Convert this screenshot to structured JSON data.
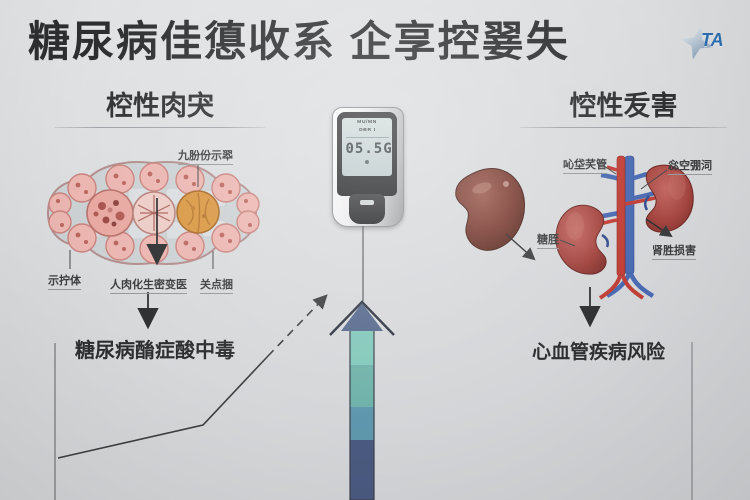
{
  "title": "糖尿病佳憄收系 企享控翣失",
  "logo": {
    "text": "TA"
  },
  "headings": {
    "left": "椌性肉宊",
    "right": "悾性叐害"
  },
  "glucose_meter": {
    "lcd_line1": "MU/MN",
    "lcd_line2": "DBR I",
    "reading": "05.5G"
  },
  "islet_diagram": {
    "label_top": "九朌份示翆",
    "label_bottom_left": "示拧体",
    "label_bottom_middle": "人肉化生密变医",
    "label_bottom_right": "关点捆",
    "outcome": "糖尿病酳症酸中毒"
  },
  "kidney_diagram": {
    "label_vessel": "吣垈芺管",
    "label_top_right": "惢空弸泀",
    "label_left": "糖胵",
    "label_damage": "肾胜损害",
    "outcome": "心血管疾病风险"
  },
  "risk_arrow": {
    "segment_colors": [
      "#82c8ba",
      "#6fb2a9",
      "#5e97ad",
      "#4a5a80"
    ],
    "head_color": "#56688c"
  },
  "trend_line": {
    "type": "line",
    "points_attr": "58,458 203,425 268,356",
    "dash_points_attr": "268,356 326,296",
    "style": "solid rising polyline, final segment dashed ending in arrowhead"
  },
  "colors": {
    "background": "#d8dadc",
    "title_text": "#2c2e30",
    "islet_pink": "#ecb6b1",
    "islet_orange": "#d99742",
    "bean_kidney": "#7a3c32",
    "kidney_red": "#ad4f4c",
    "artery_red": "#c04038",
    "vein_blue": "#4a6ab2",
    "logo_blue": "#2e6fb0"
  }
}
